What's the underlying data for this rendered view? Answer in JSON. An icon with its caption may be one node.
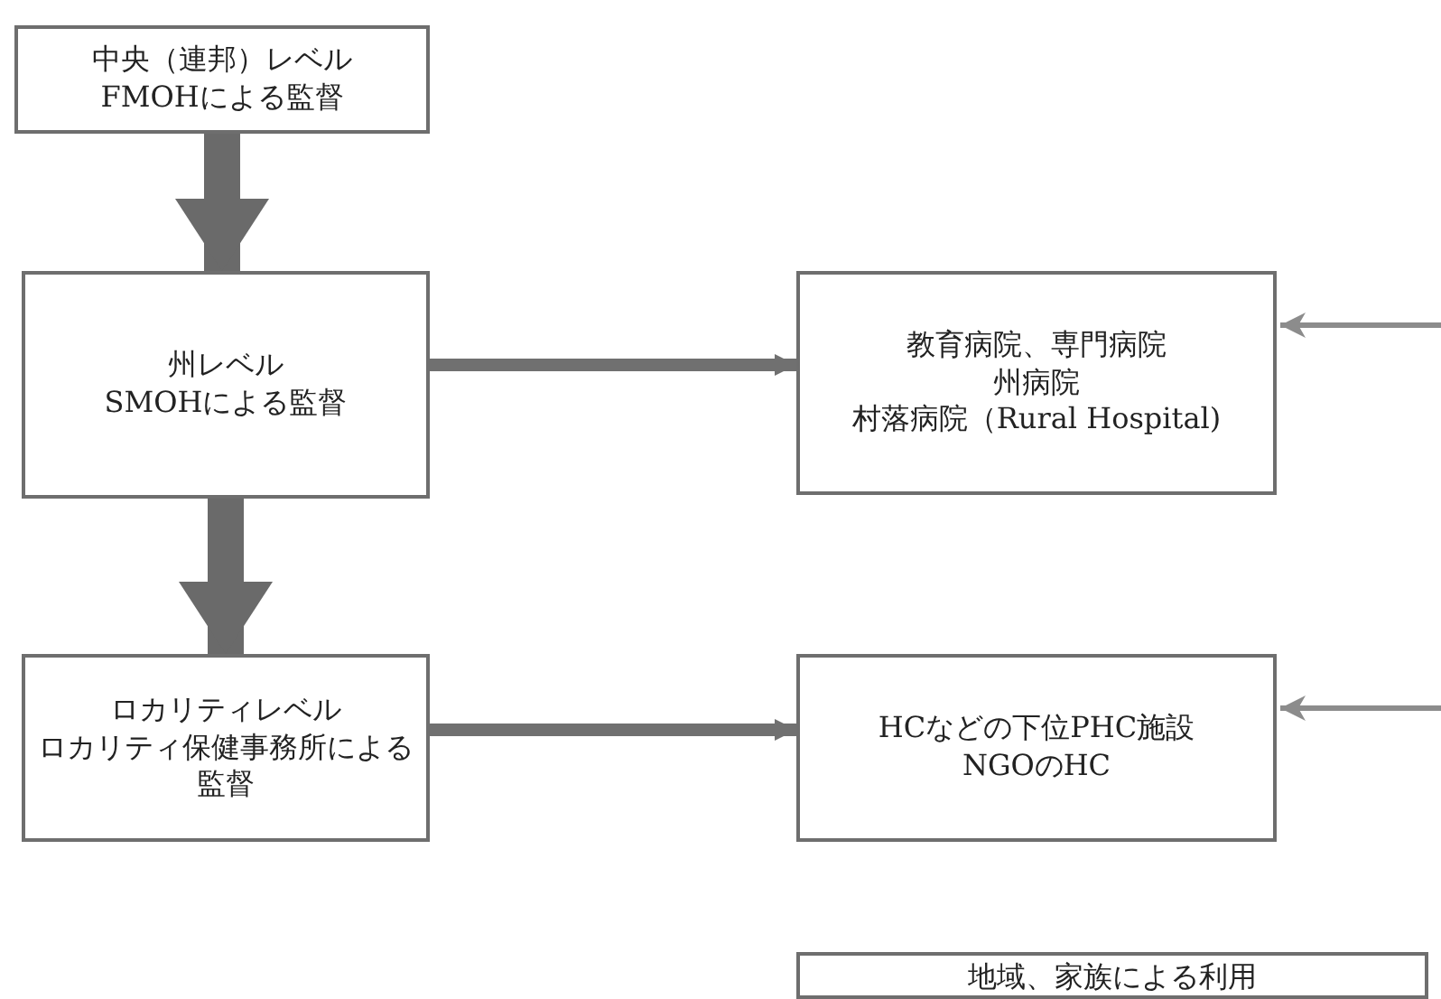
{
  "diagram": {
    "nodes": [
      {
        "text": [
          "中央（連邦）レベル",
          "FMOHによる監督"
        ]
      },
      {
        "text": [
          "州レベル",
          "SMOHによる監督"
        ]
      },
      {
        "text": [
          "教育病院、専門病院",
          "州病院",
          "村落病院（Rural Hospital)"
        ]
      },
      {
        "text": [
          "ロカリティレベル",
          "ロカリティ保健事務所による監督"
        ]
      },
      {
        "text": [
          "HCなどの下位PHC施設",
          "NGOのHC"
        ]
      },
      {
        "text": [
          "地域、家族による利用"
        ]
      }
    ],
    "edges": [
      {
        "from": 0,
        "to": 1,
        "arrow": "to",
        "style": "thick"
      },
      {
        "from": 1,
        "to": 2,
        "arrow": "to"
      },
      {
        "from": 1,
        "to": 3,
        "arrow": "to",
        "style": "thick"
      },
      {
        "from": null,
        "to": 2,
        "arrow": "to",
        "color": "#8c8c8c"
      },
      {
        "from": 3,
        "to": 4,
        "arrow": "to"
      },
      {
        "from": null,
        "to": 4,
        "arrow": "to",
        "color": "#8c8c8c"
      }
    ]
  }
}
